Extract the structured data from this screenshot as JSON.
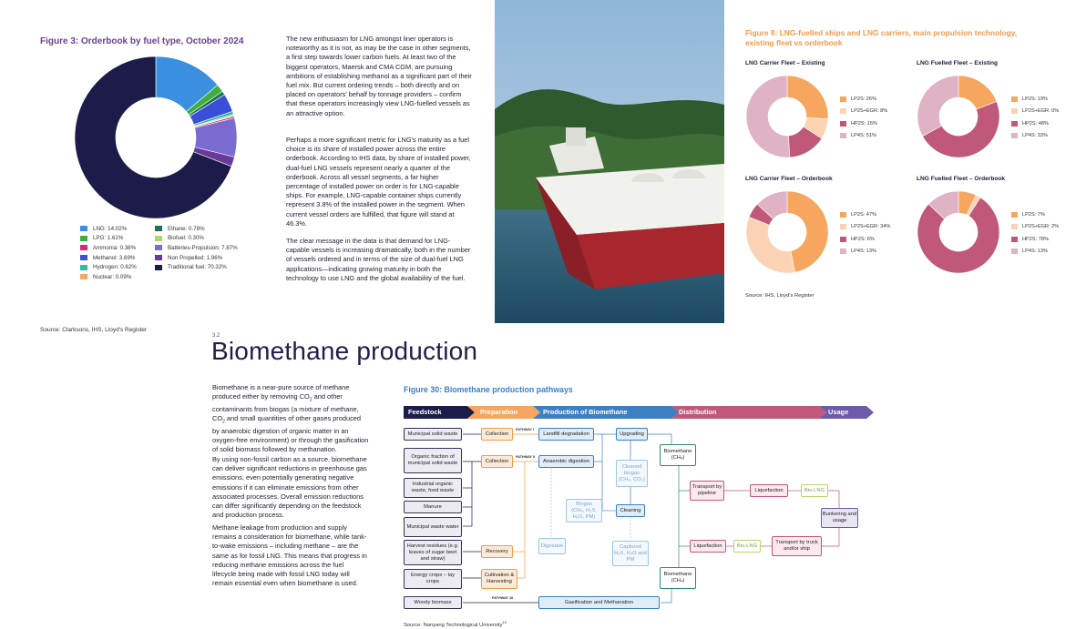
{
  "fig3": {
    "title": "Figure 3: Orderbook by fuel type, October 2024",
    "source": "Source: Clarksons, IHS, Lloyd's Register",
    "legend_left": [
      {
        "label": "LNG: 14.02%",
        "color": "#3b8fe0"
      },
      {
        "label": "LPG: 1.61%",
        "color": "#3fae3f"
      },
      {
        "label": "Ammonia: 0.38%",
        "color": "#e0267a"
      },
      {
        "label": "Methanol: 3.69%",
        "color": "#3a4fd8"
      },
      {
        "label": "Hydrogen: 0.62%",
        "color": "#2fb8a8"
      },
      {
        "label": "Nuclear: 0.09%",
        "color": "#f6a86a"
      }
    ],
    "legend_right": [
      {
        "label": "Ethane: 0.78%",
        "color": "#1f6f5f"
      },
      {
        "label": "Biofuel: 0.30%",
        "color": "#a8d86a"
      },
      {
        "label": "Batteries-Propulsion: 7.87%",
        "color": "#7b6ad0"
      },
      {
        "label": "Non Propelled: 1.96%",
        "color": "#6a3a9a"
      },
      {
        "label": "Traditional fuel: 70.32%",
        "color": "#1c1b4a"
      }
    ]
  },
  "article": {
    "paragraphs": [
      "The new enthusiasm for LNG amongst liner operators is noteworthy as it is not, as may be the case in other segments, a first step towards lower carbon fuels. At least two of the biggest operators, Maersk and CMA CGM, are pursuing ambitions of establishing methanol as a significant part of their fuel mix. But current ordering trends – both directly and on placed on operators' behalf by tonnage providers – confirm that these operators increasingly view LNG-fuelled vessels as an attractive option.",
      "Perhaps a more significant metric for LNG's maturity as a fuel choice is its share of installed power across the entire orderbook. According to IHS data, by share of installed power, dual-fuel LNG vessels represent nearly a quarter of the orderbook. Across all vessel segments, a far higher percentage of installed power on order is for LNG-capable ships. For example, LNG-capable container ships currently represent 3.8% of the installed power in the segment. When current vessel orders are fulfilled, that figure will stand at 46.3%.",
      "The clear message in the data is that demand for LNG-capable vessels is increasing dramatically, both in the number of vessels ordered and in terms of the size of dual-fuel LNG applications—indicating growing maturity in both the technology to use LNG and the global availability of the fuel."
    ]
  },
  "fig8": {
    "title_line1": "Figure 8: LNG-fuelled ships and LNG carriers, main propulsion technology,",
    "title_line2": "existing fleet vs orderbook",
    "source": "Source: IHS, Lloyd's Register",
    "charts": [
      {
        "title": "LNG Carrier Fleet – Existing",
        "legend": [
          "LP2S: 26%",
          "LP2S+EGR: 8%",
          "HP2S: 15%",
          "LP4S: 51%"
        ]
      },
      {
        "title": "LNG Fuelled Fleet – Existing",
        "legend": [
          "LP2S: 19%",
          "LP2S+EGR: 0%",
          "HP2S: 48%",
          "LP4S: 33%"
        ]
      },
      {
        "title": "LNG Carrier Fleet – Orderbook",
        "legend": [
          "LP2S: 47%",
          "LP2S+EGR: 34%",
          "HP2S: 6%",
          "LP4S: 13%"
        ]
      },
      {
        "title": "LNG Fuelled Fleet – Orderbook",
        "legend": [
          "LP2S: 7%",
          "LP2S+EGR: 2%",
          "HP2S: 78%",
          "LP4S: 13%"
        ]
      }
    ],
    "colors": [
      "#f6a65e",
      "#fbd2b3",
      "#c0587a",
      "#dfb3c5"
    ]
  },
  "chart_data": [
    {
      "type": "pie",
      "title": "Figure 3: Orderbook by fuel type, October 2024",
      "categories": [
        "LNG",
        "LPG",
        "Ammonia",
        "Methanol",
        "Hydrogen",
        "Nuclear",
        "Ethane",
        "Biofuel",
        "Batteries-Propulsion",
        "Non Propelled",
        "Traditional fuel"
      ],
      "values": [
        14.02,
        1.61,
        0.38,
        3.69,
        0.62,
        0.09,
        0.78,
        0.3,
        7.87,
        1.96,
        70.32
      ],
      "order": [
        0,
        1,
        6,
        3,
        4,
        7,
        5,
        2,
        8,
        9,
        10
      ],
      "colors": [
        "#3b8fe0",
        "#3fae3f",
        "#e0267a",
        "#3a4fd8",
        "#2fb8a8",
        "#f6a86a",
        "#1f6f5f",
        "#a8d86a",
        "#7b6ad0",
        "#6a3a9a",
        "#1c1b4a"
      ]
    },
    {
      "type": "pie",
      "title": "LNG Carrier Fleet – Existing",
      "categories": [
        "LP2S",
        "LP2S+EGR",
        "HP2S",
        "LP4S"
      ],
      "values": [
        26,
        8,
        15,
        51
      ]
    },
    {
      "type": "pie",
      "title": "LNG Fuelled Fleet – Existing",
      "categories": [
        "LP2S",
        "LP2S+EGR",
        "HP2S",
        "LP4S"
      ],
      "values": [
        19,
        0,
        48,
        33
      ]
    },
    {
      "type": "pie",
      "title": "LNG Carrier Fleet – Orderbook",
      "categories": [
        "LP2S",
        "LP2S+EGR",
        "HP2S",
        "LP4S"
      ],
      "values": [
        47,
        34,
        6,
        13
      ]
    },
    {
      "type": "pie",
      "title": "LNG Fuelled Fleet – Orderbook",
      "categories": [
        "LP2S",
        "LP2S+EGR",
        "HP2S",
        "LP4S"
      ],
      "values": [
        7,
        2,
        78,
        13
      ]
    }
  ],
  "section": {
    "number": "3.2",
    "title": "Biomethane production",
    "p1a": "Biomethane is a near-pure source of methane produced either by removing CO",
    "p1sub1": "2",
    "p1b": " and other contaminants from biogas (a mixture of methane, CO",
    "p1sub2": "2",
    "p1c": " and small quantities of other gases produced by anaerobic digestion of organic matter in an oxygen-free environment) or through the gasification of solid biomass followed by methanation.",
    "p2": "By using non-fossil carbon as a source, biomethane can deliver significant reductions in greenhouse gas emissions, even potentially generating negative emissions if it can eliminate emissions from other associated processes. Overall emission reductions can differ significantly depending on the feedstock and production process.",
    "p3": "Methane leakage from production and supply remains a consideration for biomethane, while tank-to-wake emissions – including methane – are the same as for fossil LNG. This means that progress in reducing methane emissions across the fuel lifecycle being made with fossil LNG today will remain essential even when biomethane is used."
  },
  "fig30": {
    "title": "Figure 30: Biomethane production pathways",
    "source": "Source: Nanyang Technological University",
    "source_sup": "10",
    "stages": [
      "Feedstock",
      "Preparation",
      "Production of Biomethane",
      "Distribution",
      "Usage"
    ],
    "feedstock": [
      "Municipal solid waste",
      "Organic fraction of municipal solid waste",
      "Industrial organic waste, food waste",
      "Manure",
      "Municipal waste water",
      "Harvest residues (e.g. leaves of sugar beet and straw)",
      "Energy crops – lay crops",
      "Woody biomass"
    ],
    "prep": {
      "collection1": "Collection",
      "collection2": "Collection",
      "recovery": "Recovery",
      "cultivation": "Cultivation & Harvesting"
    },
    "prod": {
      "landfill": "Landfill degradation",
      "anaerobic": "Anaerobic digestion",
      "upgrading": "Upgrading",
      "cleaning": "Cleaning",
      "digestate": "Digestate",
      "gasification": "Gasification and Methanation"
    },
    "prod_light": {
      "cleaned": "Cleaned biogas",
      "cleaned_sub": "(CH₄, CO₂)",
      "biogas": "Biogas",
      "biogas_sub": "(CH₄, H₂S, H₂O, PM)",
      "captured": "Captured",
      "captured_sub": "H₂S, H₂O and PM"
    },
    "pathways": {
      "p1": "PATHWAY I",
      "p2": "PATHWAY II",
      "p10": "PATHWAY 10"
    },
    "dist": {
      "biomethane": "Biomethane",
      "ch4": "(CH₄)",
      "transport_pipe": "Transport by pipeline",
      "liquefaction1": "Liquefaction",
      "liquefaction2": "Liquefaction",
      "transport_truck": "Transport by truck and/or ship",
      "biolng1": "Bio-LNG",
      "biolng2": "Bio-LNG"
    },
    "usage": "Bunkering and usage"
  }
}
